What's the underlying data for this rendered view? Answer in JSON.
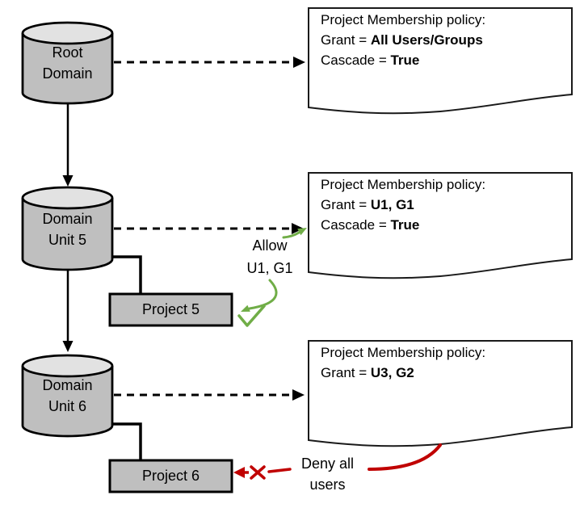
{
  "colors": {
    "node_fill": "#bfbfbf",
    "node_top_fill": "#e2e2e2",
    "outline": "#000000",
    "doc_border": "#1a1a1a",
    "allow_green": "#70ad47",
    "deny_red": "#c00000"
  },
  "nodes": {
    "root": {
      "line1": "Root",
      "line2": "Domain"
    },
    "unit5": {
      "line1": "Domain",
      "line2": "Unit 5"
    },
    "unit6": {
      "line1": "Domain",
      "line2": "Unit 6"
    },
    "project5": {
      "label": "Project 5"
    },
    "project6": {
      "label": "Project 6"
    }
  },
  "policies": {
    "root": {
      "title": "Project Membership policy:",
      "grant_label": "Grant =",
      "grant_value": "All Users/Groups",
      "cascade_label": "Cascade =",
      "cascade_value": "True"
    },
    "unit5": {
      "title": "Project Membership policy:",
      "grant_label": "Grant =",
      "grant_value": "U1, G1",
      "cascade_label": "Cascade =",
      "cascade_value": "True"
    },
    "unit6": {
      "title": "Project Membership policy:",
      "grant_label": "Grant =",
      "grant_value": "U3, G2"
    }
  },
  "annotations": {
    "allow": {
      "line1": "Allow",
      "line2": "U1, G1"
    },
    "deny": {
      "line1": "Deny all",
      "line2": "users"
    }
  }
}
